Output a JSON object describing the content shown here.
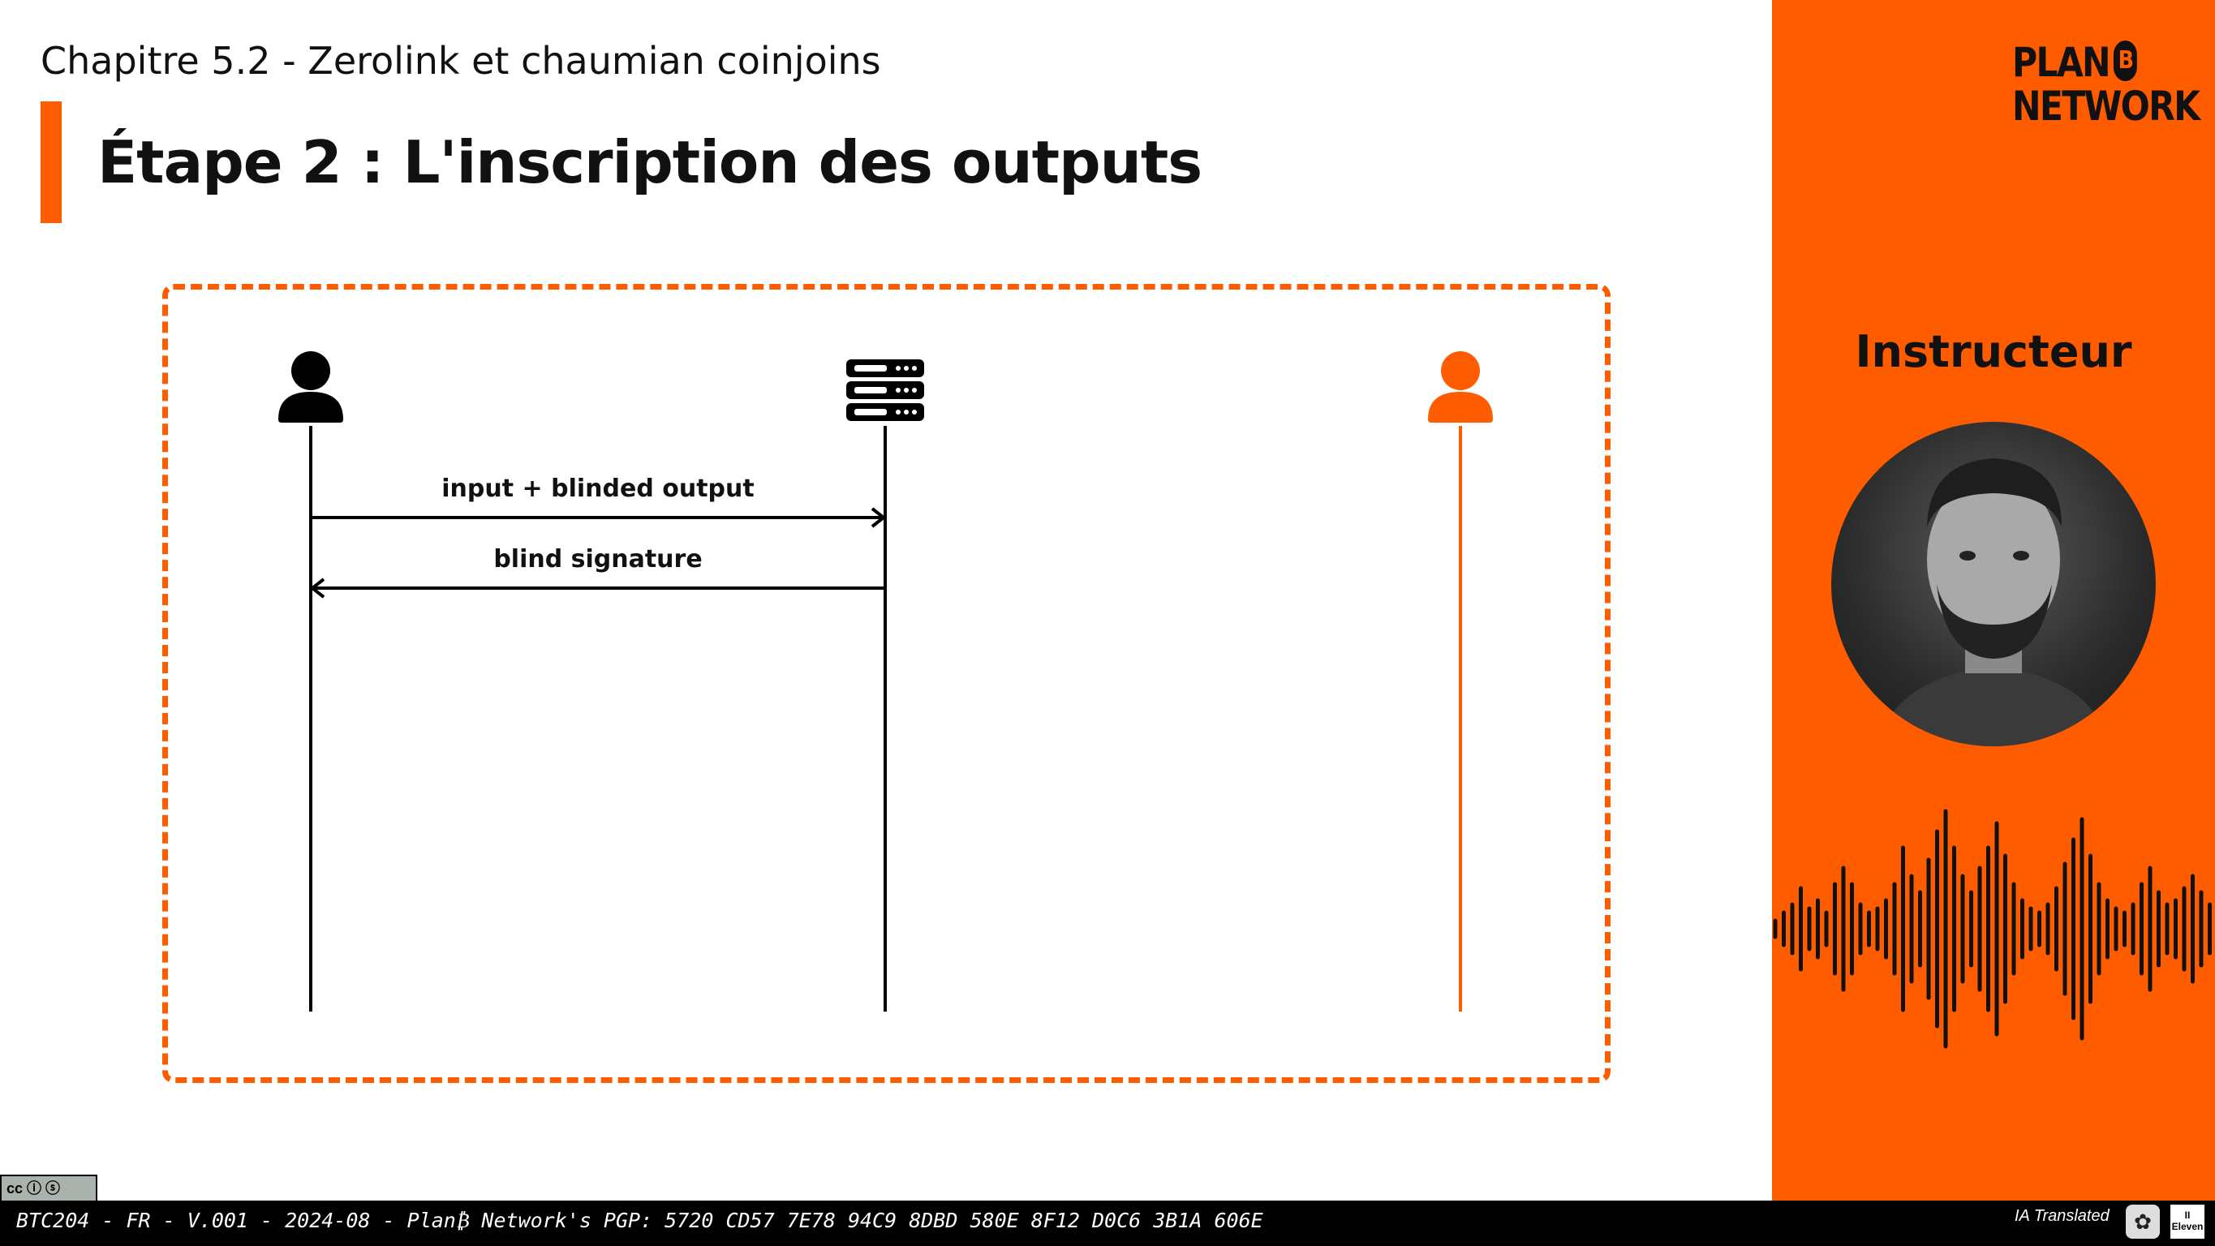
{
  "header": {
    "chapter": "Chapitre 5.2 - Zerolink et chaumian coinjoins",
    "title": "Étape 2 : L'inscription des outputs"
  },
  "diagram": {
    "actors": [
      {
        "name": "user-icon",
        "color": "#000000"
      },
      {
        "name": "server-icon",
        "color": "#000000"
      },
      {
        "name": "user-icon",
        "color": "#ff5c00"
      }
    ],
    "messages": [
      {
        "label": "input + blinded output",
        "direction": "right"
      },
      {
        "label": "blind signature",
        "direction": "left"
      }
    ]
  },
  "sidebar": {
    "logo_line1": "PLAN",
    "logo_badge": "B",
    "logo_line2": "NETWORK",
    "instructor_label": "Instructeur"
  },
  "footer": {
    "text": "BTC204 - FR - V.001 - 2024-08 - Plan₿ Network's PGP: 5720 CD57 7E78 94C9 8DBD 580E 8F12 D0C6 3B1A 606E",
    "ia_label": "IA Translated",
    "cc_label": "cc ⓘ ⓢ"
  },
  "colors": {
    "accent": "#ff5c00",
    "text": "#111111",
    "footer_bg": "#000000"
  }
}
